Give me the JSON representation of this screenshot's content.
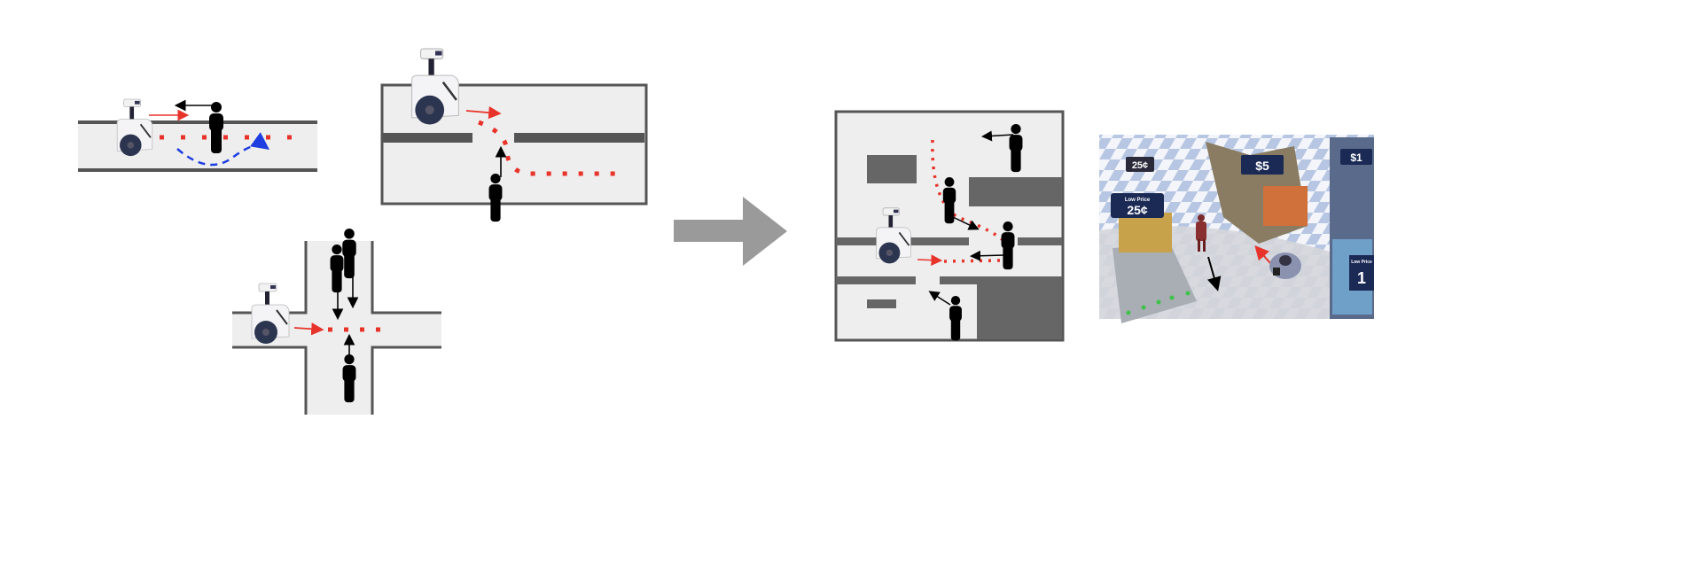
{
  "figure": {
    "colors": {
      "corridor": "#eeeeee",
      "wall": "#555555",
      "block": "#666666",
      "robot_path": "#e8332a",
      "human_motion": "#000000",
      "alt_path": "#1f3ee0",
      "transition_arrow": "#9a9a9a"
    },
    "photo_signs": {
      "sign_a_label": "Low Price",
      "sign_a_price": "25¢",
      "sign_b_price": "25¢",
      "sign_c_price": "$5",
      "sign_d_price": "$1",
      "sign_e_label": "Low Price",
      "sign_e_price": "1"
    }
  }
}
